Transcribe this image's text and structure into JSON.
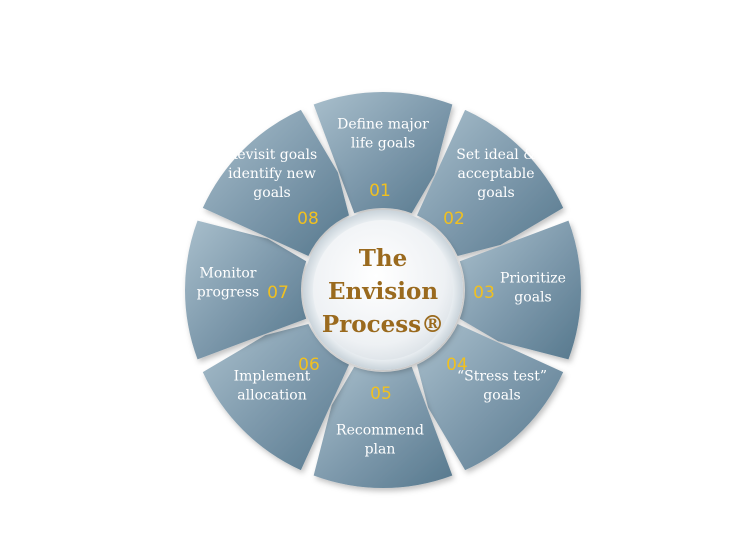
{
  "diagram": {
    "center": {
      "lines": [
        "The",
        "Envision",
        "Process®"
      ]
    },
    "steps": [
      {
        "number": "01",
        "lines": [
          "Define major",
          "life goals"
        ]
      },
      {
        "number": "02",
        "lines": [
          "Set ideal &",
          "acceptable",
          "goals"
        ]
      },
      {
        "number": "03",
        "lines": [
          "Prioritize",
          "goals"
        ]
      },
      {
        "number": "04",
        "lines": [
          "“Stress test”",
          "goals"
        ]
      },
      {
        "number": "05",
        "lines": [
          "Recommend",
          "plan"
        ]
      },
      {
        "number": "06",
        "lines": [
          "Implement",
          "allocation"
        ]
      },
      {
        "number": "07",
        "lines": [
          "Monitor",
          "progress"
        ]
      },
      {
        "number": "08",
        "lines": [
          "Revisit goals",
          "identify new",
          "goals"
        ]
      }
    ],
    "colors": {
      "segment_light": "#a9bfcc",
      "segment_dark": "#56788d",
      "number": "#f0c020",
      "center_text": "#9a6a1e",
      "center_fill": "#eef1f4",
      "background": "#ffffff"
    }
  }
}
